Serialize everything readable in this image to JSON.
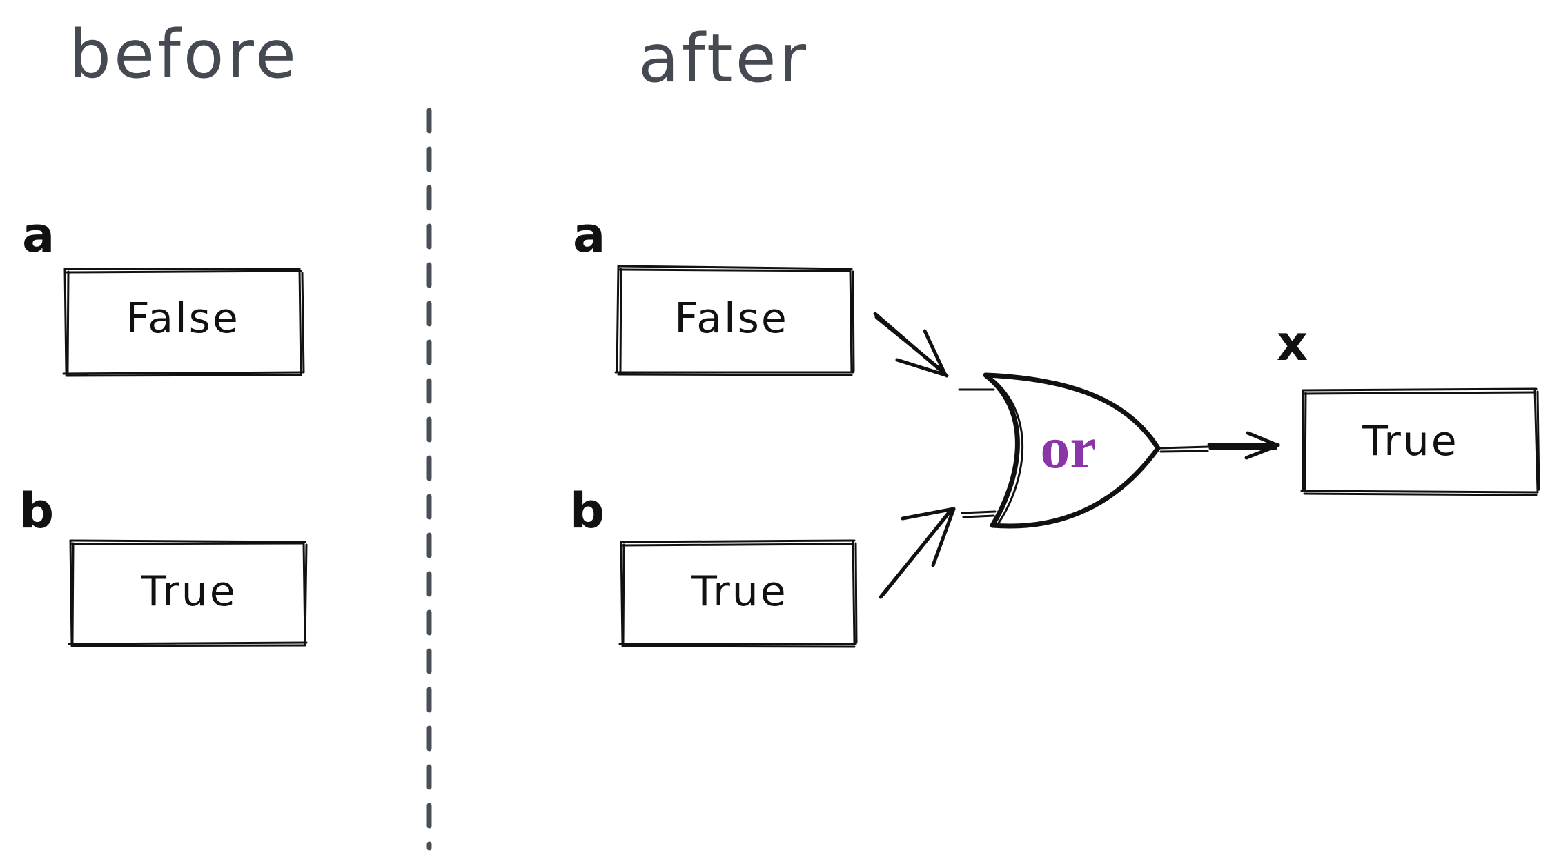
{
  "titles": {
    "before": "before",
    "after": "after"
  },
  "before": {
    "a": {
      "name": "a",
      "value": "False"
    },
    "b": {
      "name": "b",
      "value": "True"
    }
  },
  "after": {
    "a": {
      "name": "a",
      "value": "False"
    },
    "b": {
      "name": "b",
      "value": "True"
    },
    "gate": {
      "label": "or"
    },
    "x": {
      "name": "x",
      "value": "True"
    }
  },
  "colors": {
    "title": "#454a52",
    "stroke": "#111111",
    "gate_label": "#8a35a8",
    "divider": "#4a4f57"
  }
}
